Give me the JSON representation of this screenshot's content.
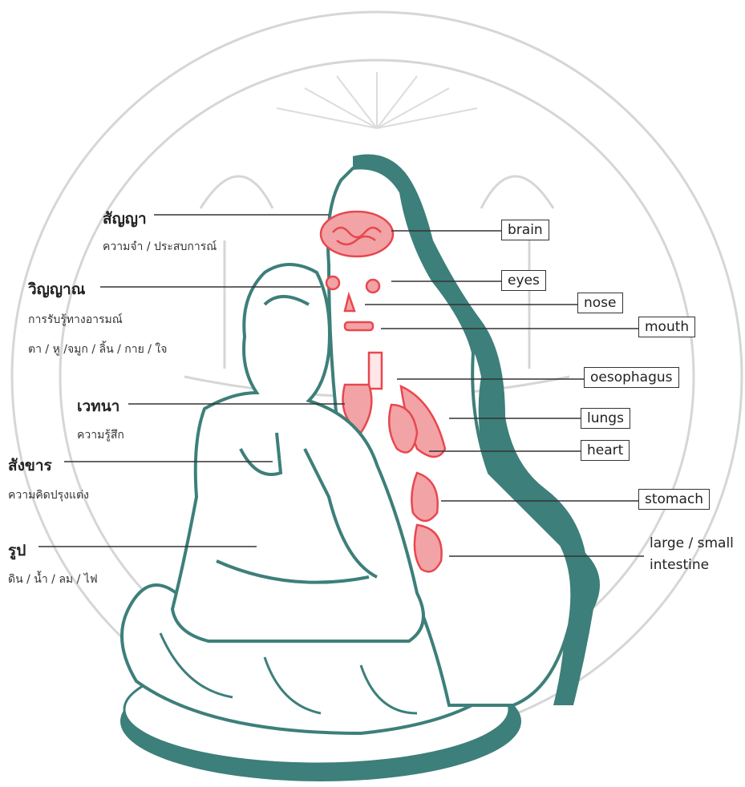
{
  "thai_labels": [
    {
      "heading": "สัญญา",
      "sub": [
        "ความจำ / ประสบการณ์"
      ]
    },
    {
      "heading": "วิญญาณ",
      "sub": [
        "การรับรู้ทางอารมณ์",
        "ตา / หู /จมูก / ลิ้น / กาย / ใจ"
      ]
    },
    {
      "heading": "เวทนา",
      "sub": [
        "ความรู้สึก"
      ]
    },
    {
      "heading": "สังขาร",
      "sub": [
        "ความคิดปรุงแต่ง"
      ]
    },
    {
      "heading": "รูป",
      "sub": [
        "ดิน / น้ำ / ลม / ไฟ"
      ]
    }
  ],
  "organ_labels": [
    "brain",
    "eyes",
    "nose",
    "mouth",
    "oesophagus",
    "lungs",
    "heart",
    "stomach"
  ],
  "intestine_label": [
    "large / small",
    "intestine"
  ],
  "colors": {
    "outline": "#3d7f7a",
    "organ": "#e8474f",
    "watermark": "#cfcfcf",
    "leader": "#333333"
  }
}
